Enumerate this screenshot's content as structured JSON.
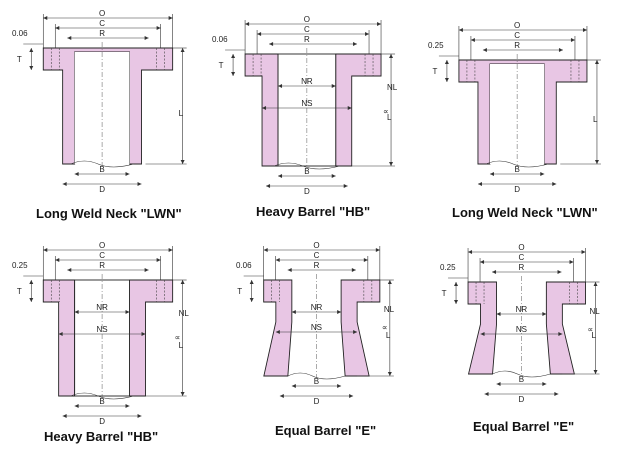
{
  "colors": {
    "fill": "#e8c6e4",
    "outline": "#222222",
    "background": "#ffffff"
  },
  "drawings": [
    {
      "caption": "Long Weld Neck \"LWN\"",
      "type": "lwn",
      "labels": {
        "O": "O",
        "C": "C",
        "R": "R",
        "T": "T",
        "L": "L",
        "B": "B",
        "D": "D",
        "face": "0.06"
      }
    },
    {
      "caption": "Heavy Barrel \"HB\"",
      "type": "hb",
      "labels": {
        "O": "O",
        "C": "C",
        "R": "R",
        "T": "T",
        "L": "L",
        "B": "B",
        "D": "D",
        "NR": "NR",
        "NS": "NS",
        "NL": "NL",
        "alpha": "∝",
        "face": "0.06"
      }
    },
    {
      "caption": "Long Weld Neck \"LWN\"",
      "type": "lwn",
      "labels": {
        "O": "O",
        "C": "C",
        "R": "R",
        "T": "T",
        "L": "L",
        "B": "B",
        "D": "D",
        "face": "0.25"
      }
    },
    {
      "caption": "Heavy Barrel \"HB\"",
      "type": "hb",
      "labels": {
        "O": "O",
        "C": "C",
        "R": "R",
        "T": "T",
        "L": "L",
        "B": "B",
        "D": "D",
        "NR": "NR",
        "NS": "NS",
        "NL": "NL",
        "alpha": "∝",
        "face": "0.25"
      }
    },
    {
      "caption": "Equal Barrel \"E\"",
      "type": "eb",
      "labels": {
        "O": "O",
        "C": "C",
        "R": "R",
        "T": "T",
        "L": "L",
        "B": "B",
        "D": "D",
        "NR": "NR",
        "NS": "NS",
        "NL": "NL",
        "alpha": "∝",
        "face": "0.06"
      }
    },
    {
      "caption": "Equal Barrel \"E\"",
      "type": "eb",
      "labels": {
        "O": "O",
        "C": "C",
        "R": "R",
        "T": "T",
        "L": "L",
        "B": "B",
        "D": "D",
        "NR": "NR",
        "NS": "NS",
        "NL": "NL",
        "alpha": "∝",
        "face": "0.25"
      }
    }
  ]
}
